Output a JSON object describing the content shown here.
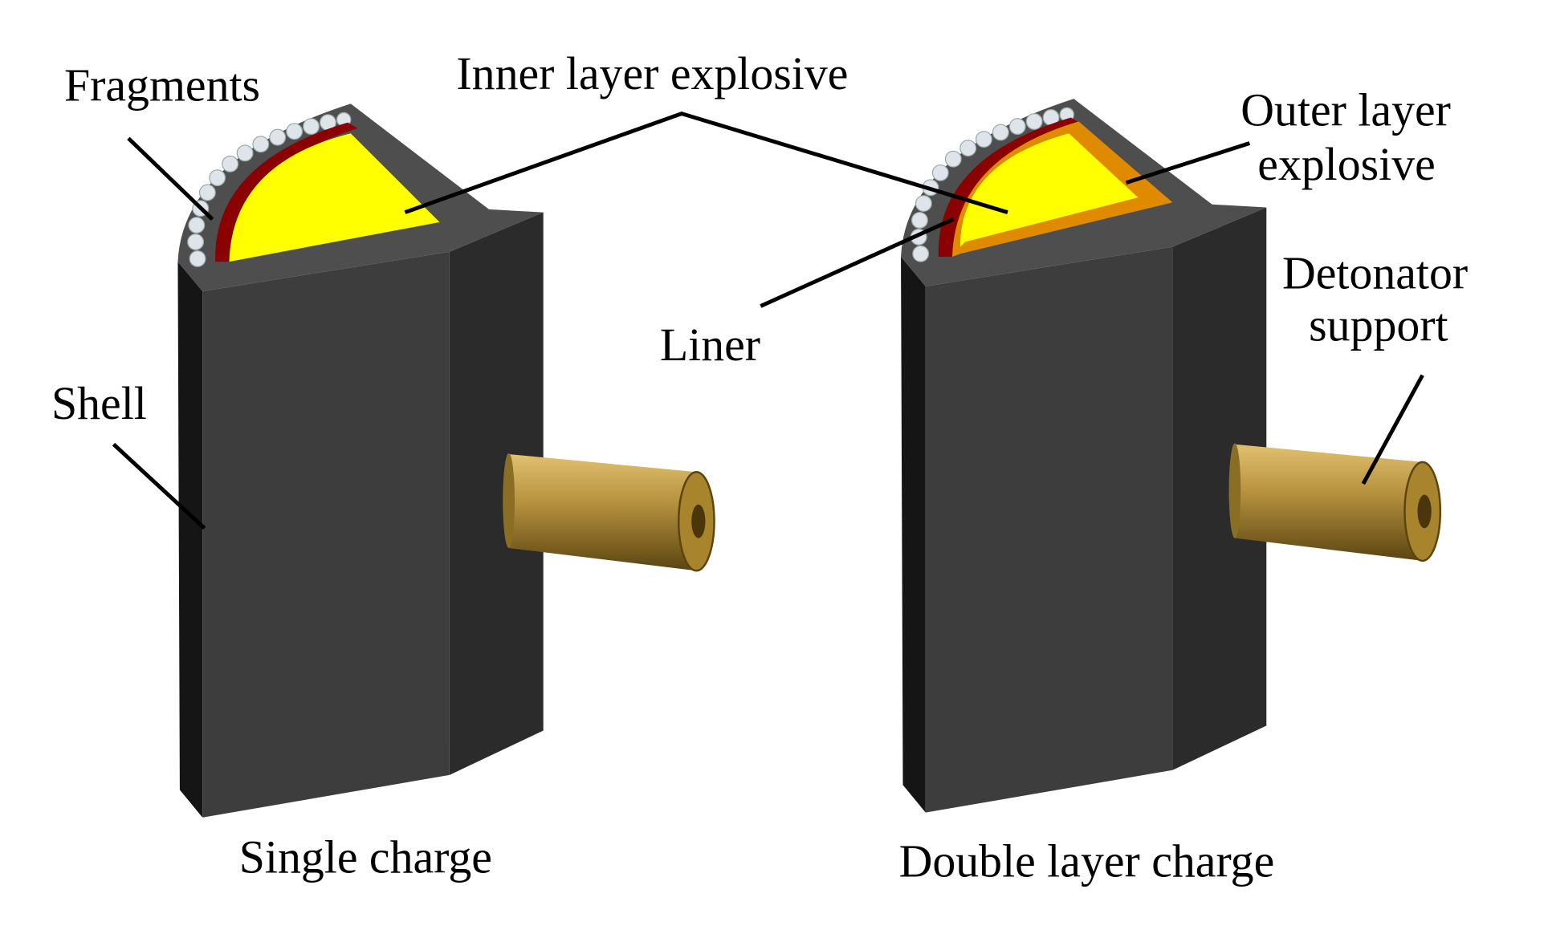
{
  "labels": {
    "fragments": "Fragments",
    "inner_explosive": "Inner layer explosive",
    "outer_explosive_1": "Outer layer",
    "outer_explosive_2": "explosive",
    "detonator_1": "Detonator",
    "detonator_2": "support",
    "shell": "Shell",
    "liner": "Liner",
    "single_charge": "Single charge",
    "double_charge": "Double layer charge"
  },
  "colors": {
    "shell_front": "#3d3d3d",
    "shell_side": "#2b2b2b",
    "shell_edge": "#151515",
    "shell_top": "#4e4e4e",
    "inner_explosive": "#ffff00",
    "outer_explosive": "#e08a00",
    "liner": "#8b0000",
    "detonator": "#b8963a"
  }
}
